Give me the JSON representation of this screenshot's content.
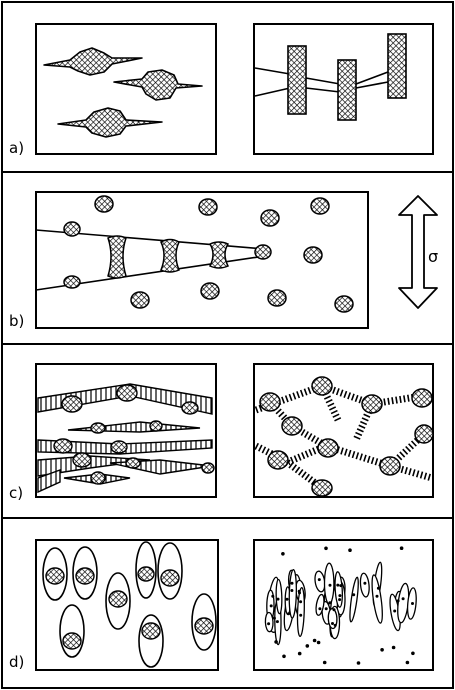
{
  "figure": {
    "panels": [
      {
        "id": "a",
        "label": "a)"
      },
      {
        "id": "b",
        "label": "b)"
      },
      {
        "id": "c",
        "label": "c)"
      },
      {
        "id": "d",
        "label": "d)"
      }
    ],
    "stress_symbol": "σ"
  },
  "colors": {
    "ink": "#000000",
    "paper": "#ffffff"
  }
}
